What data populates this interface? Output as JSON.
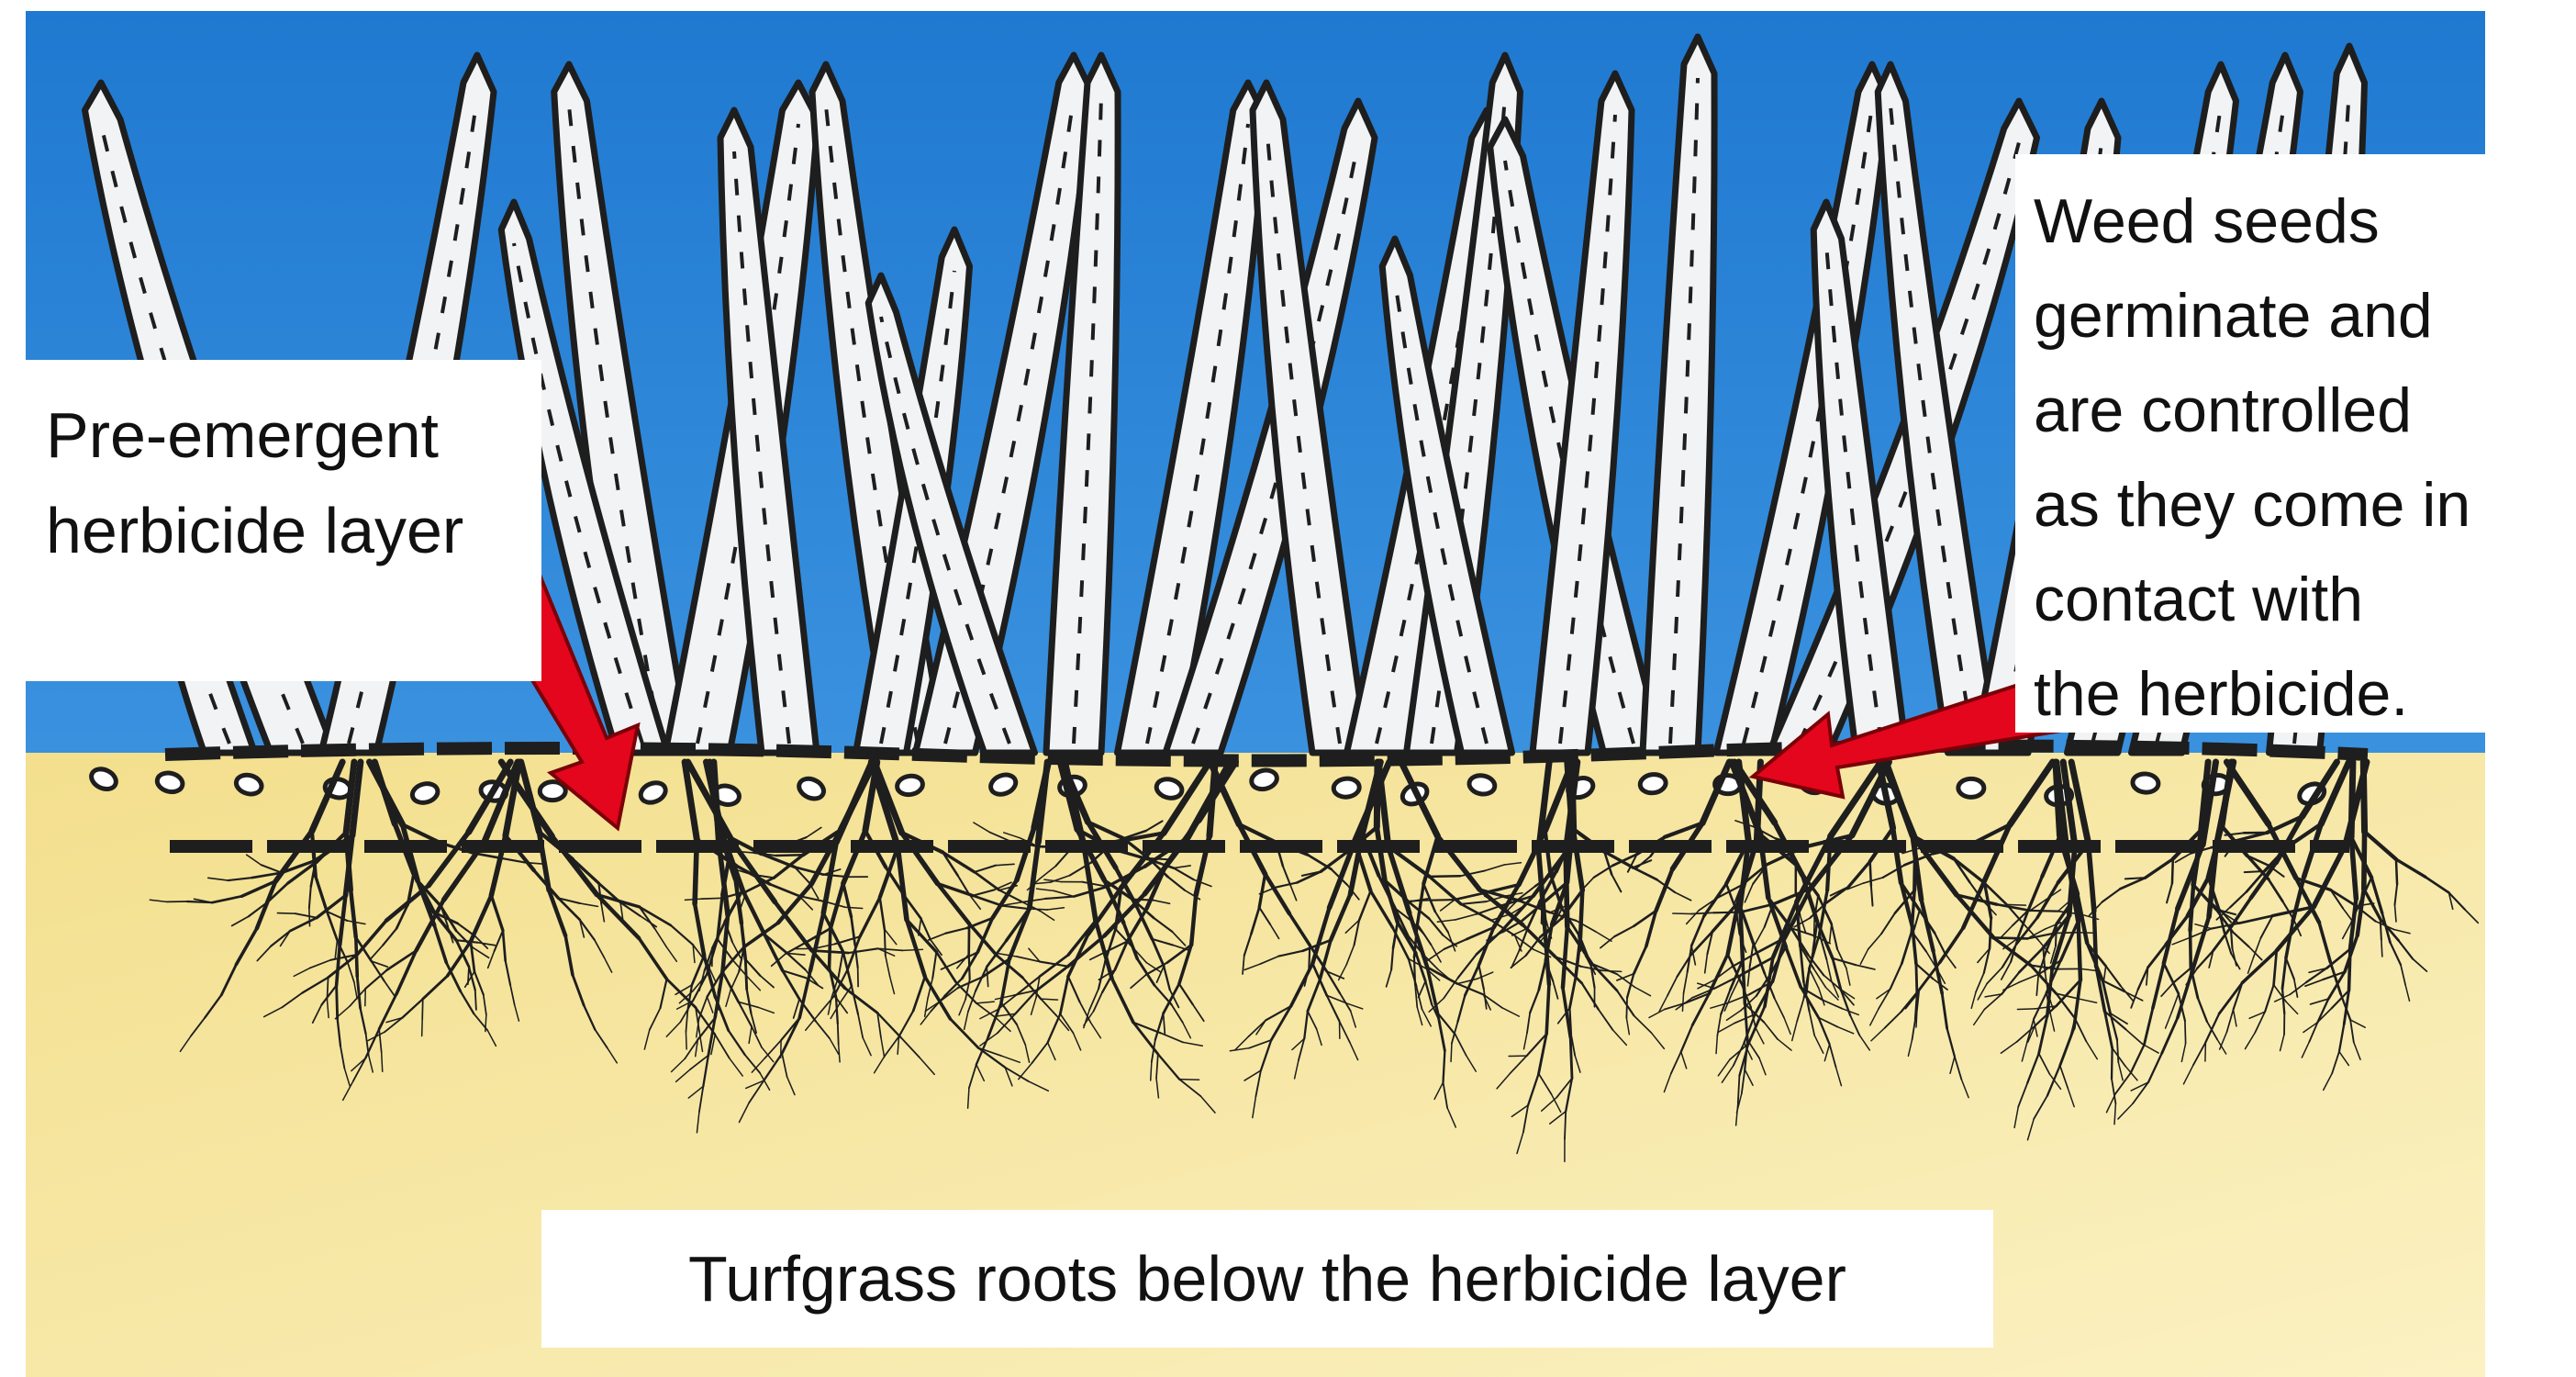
{
  "labels": {
    "herbicide_layer": {
      "line1": "Pre-emergent",
      "line2": "herbicide layer"
    },
    "weed_seeds": {
      "line1": "Weed seeds",
      "line2": "germinate and",
      "line3": "are controlled",
      "line4": "as they come in",
      "line5": "contact with",
      "line6": "the herbicide."
    },
    "roots": "Turfgrass roots below the herbicide layer"
  },
  "colors": {
    "sky": "#2e86d8",
    "soil": "#f6e9a6",
    "grass_blade": "#f1f3f4",
    "outline": "#1e1e1e",
    "arrow": "#e3061c"
  }
}
